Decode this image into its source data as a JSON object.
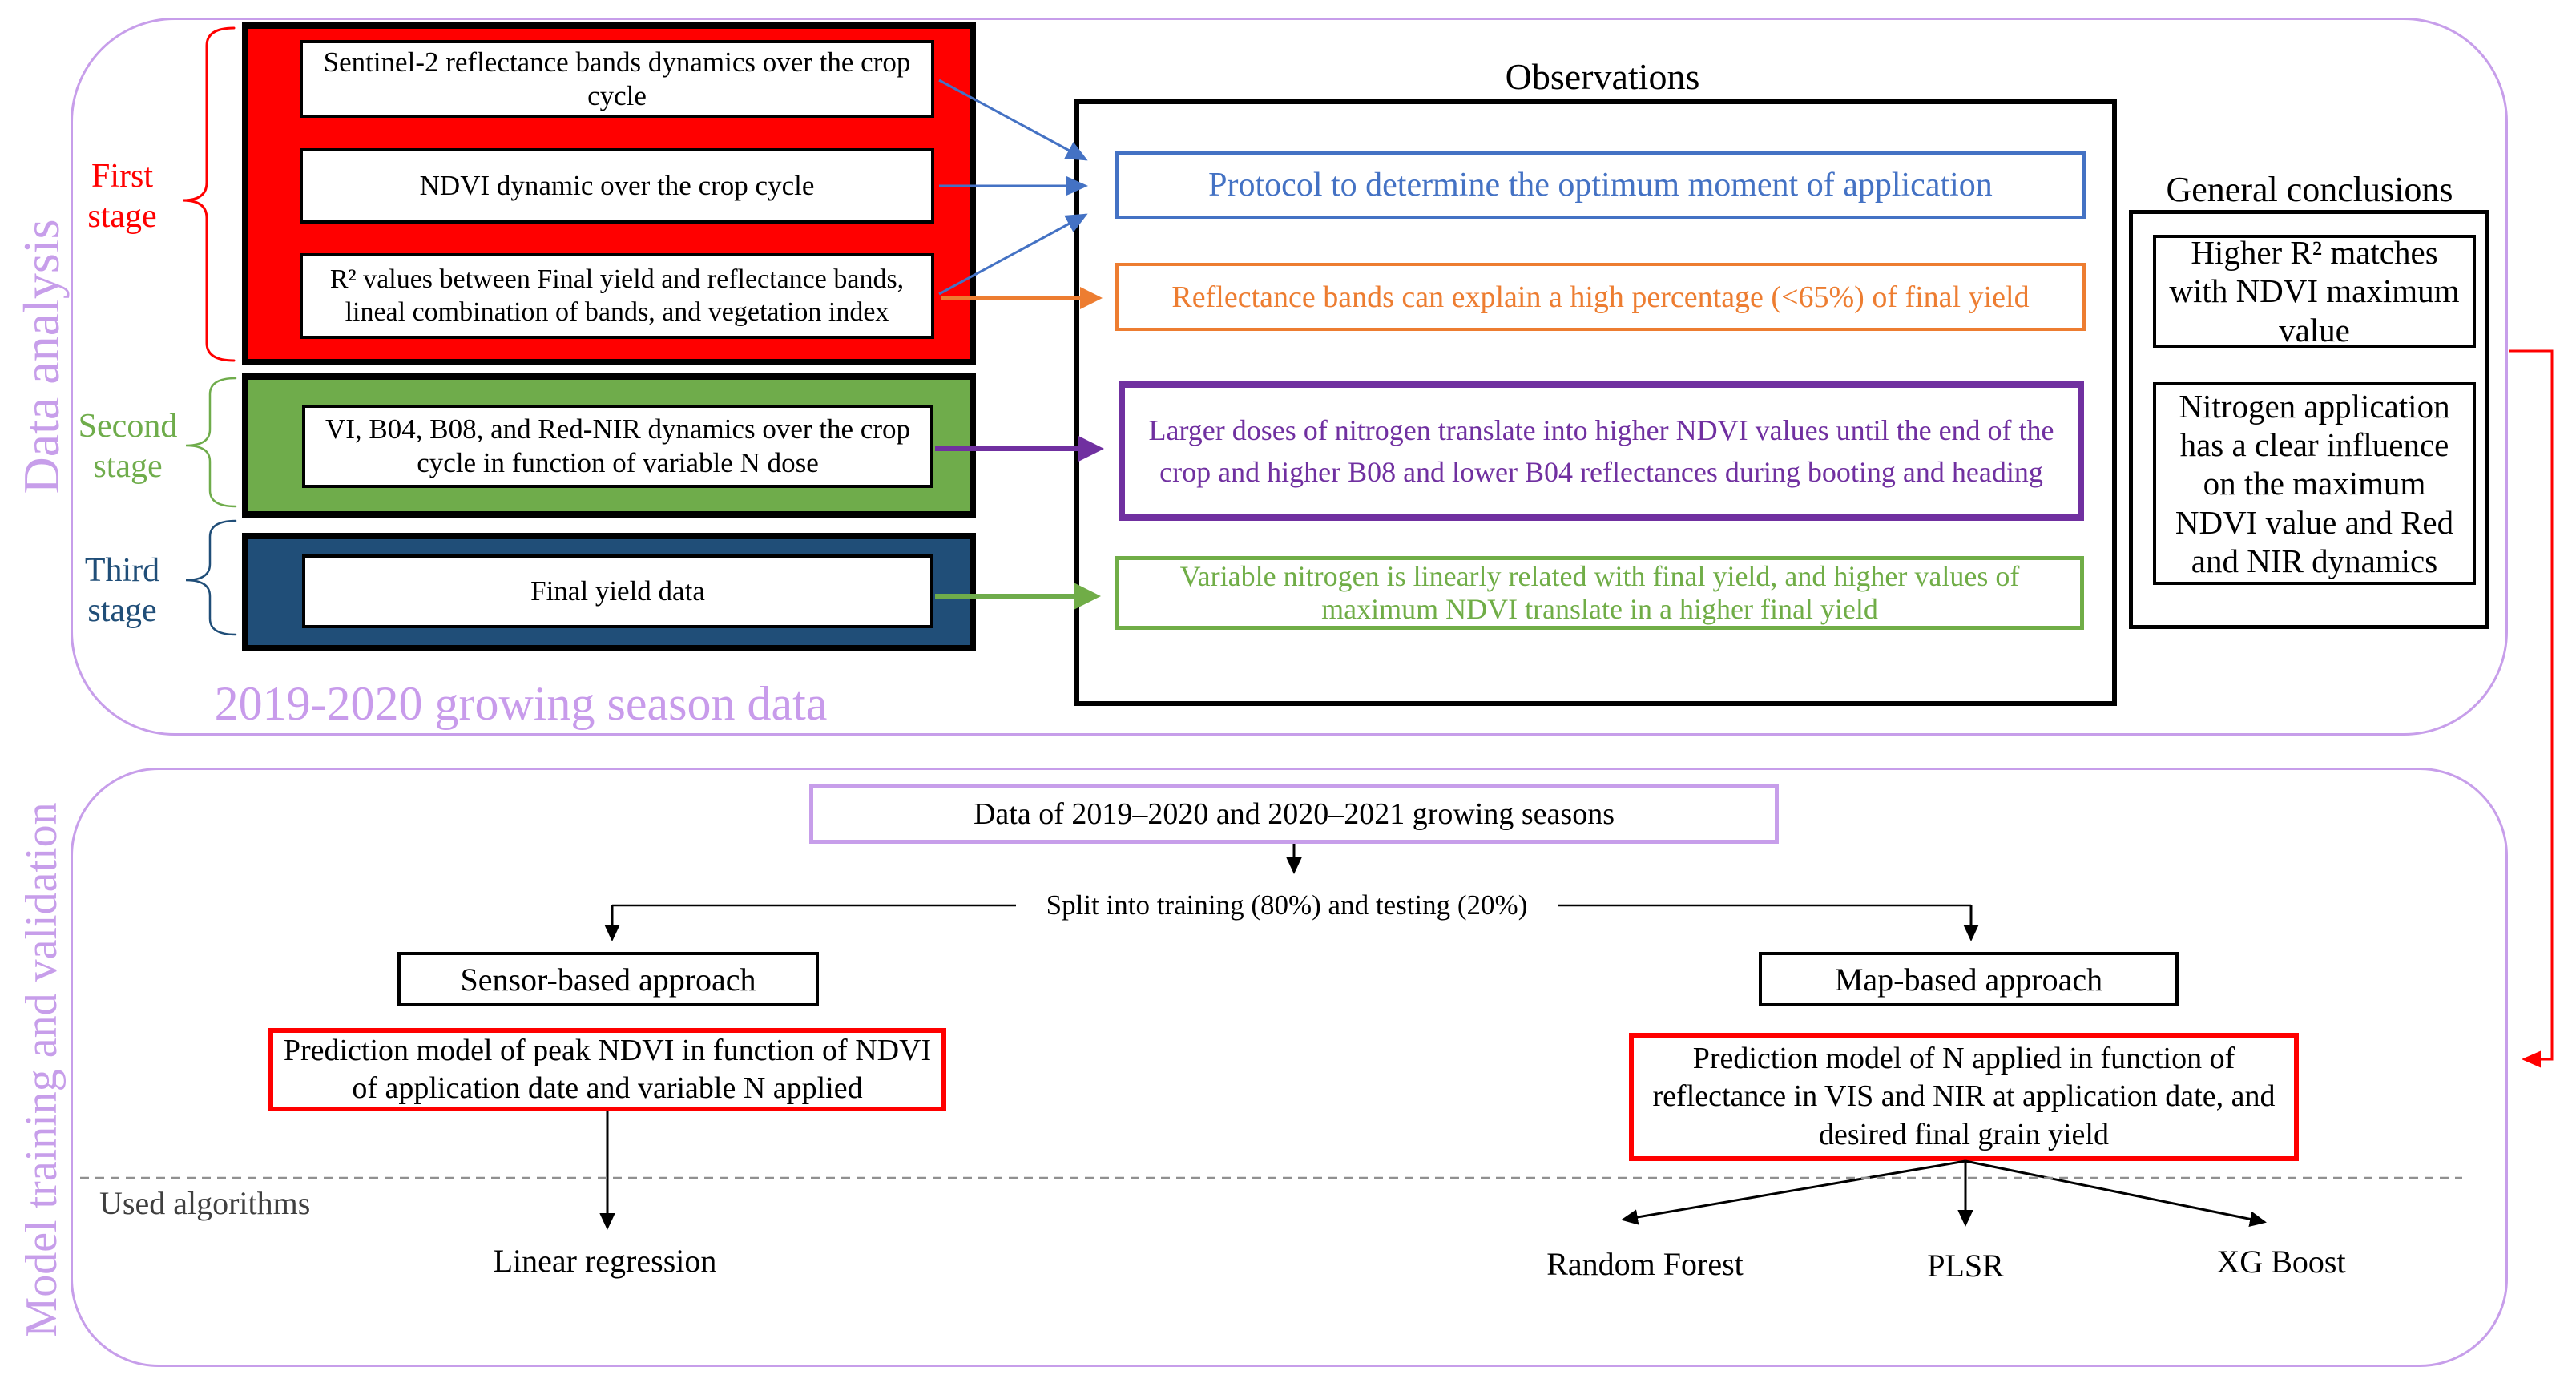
{
  "colors": {
    "accent_purple": "#C79EEA",
    "stage1_red": "#FF0000",
    "stage2_green": "#6FAC4B",
    "stage3_navy": "#204E78",
    "observation_blue": "#4472C4",
    "observation_orange": "#ED7D31",
    "observation_purple": "#7030A0",
    "observation_green": "#70AD47",
    "feedback_arrow_red": "#FF0000"
  },
  "data_analysis": {
    "side_label": "Data analysis",
    "caption": "2019-2020 growing season data",
    "stages": [
      {
        "label": "First stage",
        "items": [
          "Sentinel-2 reflectance bands dynamics over the crop cycle",
          "NDVI dynamic over the crop cycle",
          "R² values between Final yield and reflectance bands, lineal combination of bands, and vegetation index"
        ]
      },
      {
        "label": "Second stage",
        "items": [
          "VI, B04, B08, and Red-NIR dynamics over the crop cycle in function of variable N dose"
        ]
      },
      {
        "label": "Third stage",
        "items": [
          "Final yield data"
        ]
      }
    ],
    "observations": {
      "title": "Observations",
      "protocol": "Protocol to determine the optimum moment of application",
      "reflectance": "Reflectance bands can explain a high percentage (<65%) of final yield",
      "nitrogen_ndvi": "Larger doses of nitrogen translate into higher NDVI values until the end of the crop and higher B08 and lower B04 reflectances during booting and heading",
      "variable_nitrogen": "Variable nitrogen is linearly related with final yield, and higher values of maximum NDVI translate in a higher final yield"
    },
    "general_conclusions": {
      "title": "General conclusions",
      "conclusion_1": "Higher R² matches with NDVI maximum value",
      "conclusion_2": "Nitrogen application has a clear influence on the maximum NDVI value and Red and NIR dynamics"
    }
  },
  "model_training": {
    "side_label": "Model training and validation",
    "data_source": "Data of 2019–2020 and 2020–2021 growing seasons",
    "split": "Split into training (80%) and testing (20%)",
    "used_algorithms": "Used algorithms",
    "sensor_approach": {
      "title": "Sensor-based approach",
      "model": "Prediction model of peak NDVI in function of NDVI of application date and variable N applied",
      "algorithm": "Linear regression"
    },
    "map_approach": {
      "title": "Map-based approach",
      "model": "Prediction model of N applied in function of reflectance in VIS and NIR at application date, and desired final grain yield",
      "algorithms": [
        "Random Forest",
        "PLSR",
        "XG Boost"
      ]
    }
  }
}
